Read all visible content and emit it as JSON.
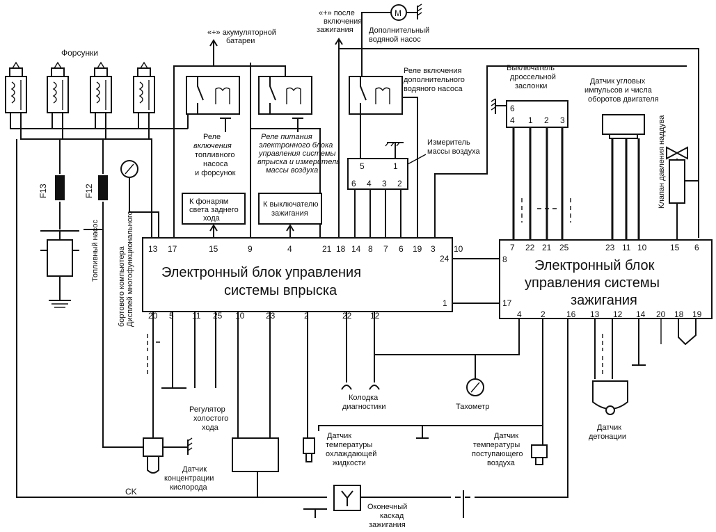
{
  "injectors_label": "Форсунки",
  "battery_label": [
    "«+» акумуляторной",
    "батареи"
  ],
  "ign_label": [
    "«+» после",
    "включения",
    "зажигания"
  ],
  "pump_symbol": "M",
  "pump_label": [
    "Дополнительный",
    "водяной насос"
  ],
  "relay_pump_label": [
    "Реле включения",
    "дополнительного",
    "водяного насоса"
  ],
  "relay_fuel_label": [
    "Реле",
    "включения",
    "топливного",
    "насоса",
    "и форсунок"
  ],
  "relay_ecu_label": [
    "Реле питания",
    "электронного блока",
    "управления системы",
    "впрыска и измеритель",
    "массы воздуха"
  ],
  "airflow_label": [
    "Измеритель",
    "массы воздуха"
  ],
  "throttle_label": [
    "Выключатель",
    "дроссельной",
    "заслонки"
  ],
  "crank_label": [
    "Датчик угловых",
    "импульсов и числа",
    "оборотов двигателя"
  ],
  "boost_valve_label": "Клапан давления наддува",
  "fuse_f13": "F13",
  "fuse_f12": "F12",
  "fuel_pump_label": "Топливный насос",
  "display_label": [
    "Дисплей многофункционального",
    "бортового компьютера"
  ],
  "tail_lights_label": [
    "К фонарям",
    "света заднего",
    "хода"
  ],
  "ign_switch_label": [
    "К выключателю",
    "зажигания"
  ],
  "ecu_inj": {
    "title_1": "Электронный блок управления",
    "title_2": "системы впрыска",
    "top_pins": [
      "13",
      "17",
      "15",
      "9",
      "4",
      "21",
      "18",
      "14",
      "8",
      "7",
      "6",
      "19",
      "3",
      "10"
    ],
    "right_pins": [
      "24",
      "1"
    ],
    "bottom_pins": [
      "20",
      "5",
      "11",
      "25",
      "10",
      "23",
      "2",
      "22",
      "12"
    ]
  },
  "ecu_ign": {
    "title_1": "Электронный блок",
    "title_2": "управления системы",
    "title_3": "зажигания",
    "top_pins": [
      "7",
      "22",
      "21",
      "25",
      "23",
      "11",
      "10",
      "15",
      "6"
    ],
    "left_pins": [
      "8",
      "17"
    ],
    "bottom_pins": [
      "4",
      "2",
      "16",
      "13",
      "12",
      "14",
      "20",
      "18",
      "19"
    ]
  },
  "af_pins": [
    "5",
    "1",
    "6",
    "4",
    "3",
    "2"
  ],
  "throttle_pins": [
    "6",
    "4",
    "1",
    "2",
    "3"
  ],
  "diag_label": [
    "Колодка",
    "диагностики"
  ],
  "tacho_label": "Тахометр",
  "idle_label": [
    "Регулятор",
    "холостого",
    "хода"
  ],
  "coolant_label": [
    "Датчик",
    "температуры",
    "охлаждающей",
    "жидкости"
  ],
  "intake_label": [
    "Датчик",
    "температуры",
    "поступающего",
    "воздуха"
  ],
  "knock_label": [
    "Датчик",
    "детонации"
  ],
  "o2_label": [
    "Датчик",
    "концентрации",
    "кислорода"
  ],
  "ck_label": "CK",
  "output_label": [
    "Оконечный",
    "каскад",
    "зажигания"
  ]
}
